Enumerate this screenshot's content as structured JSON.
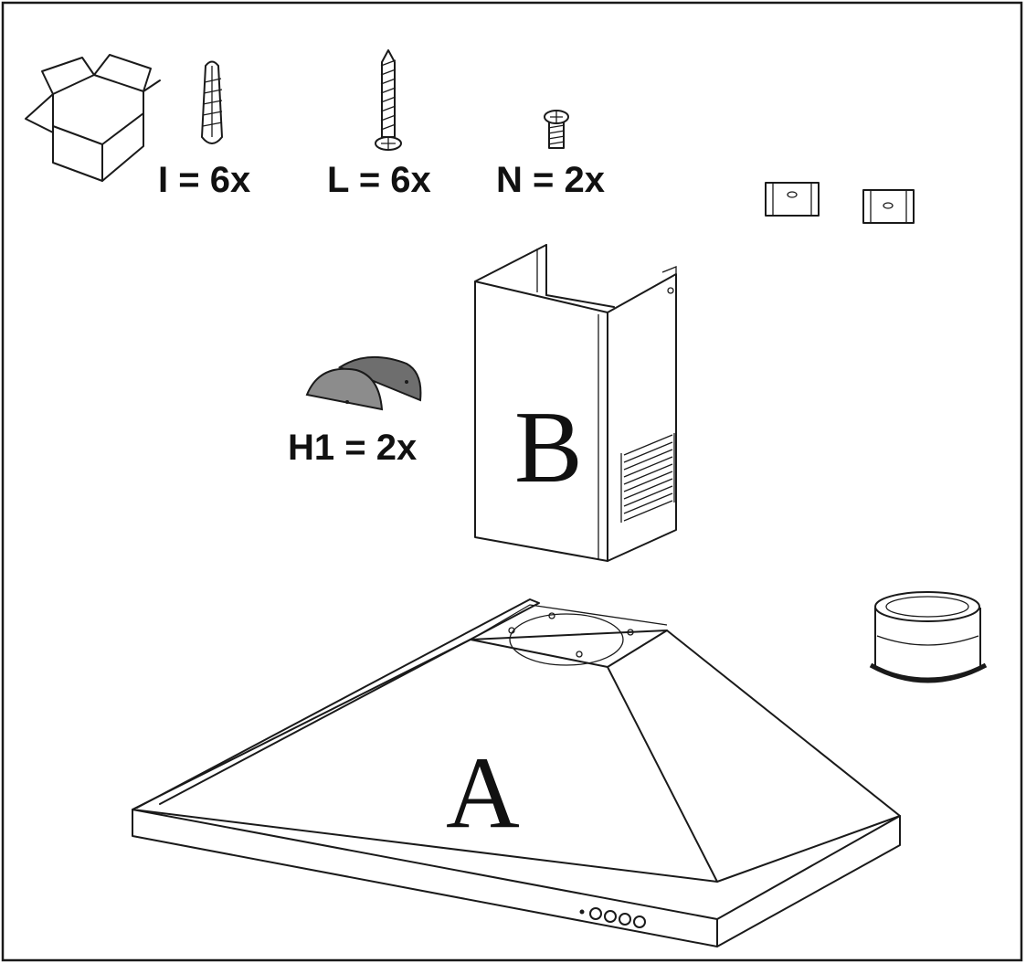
{
  "labels": {
    "plug": "I = 6x",
    "screw_long": "L = 6x",
    "screw_short": "N = 2x",
    "valve": "H1 = 2x",
    "chimney": "B",
    "hood": "A"
  },
  "icons": {
    "box": "cardboard-box-icon",
    "plug": "wall-plug-icon",
    "screw_long": "long-screw-icon",
    "screw_short": "short-screw-icon",
    "brackets": "mounting-bracket-icon",
    "valve": "anti-return-valve-icon",
    "flange": "duct-flange-icon"
  },
  "colors": {
    "line": "#1a1a1a",
    "valve_left": "#8c8c8c",
    "valve_right": "#6e6e6e",
    "text": "#111111"
  }
}
